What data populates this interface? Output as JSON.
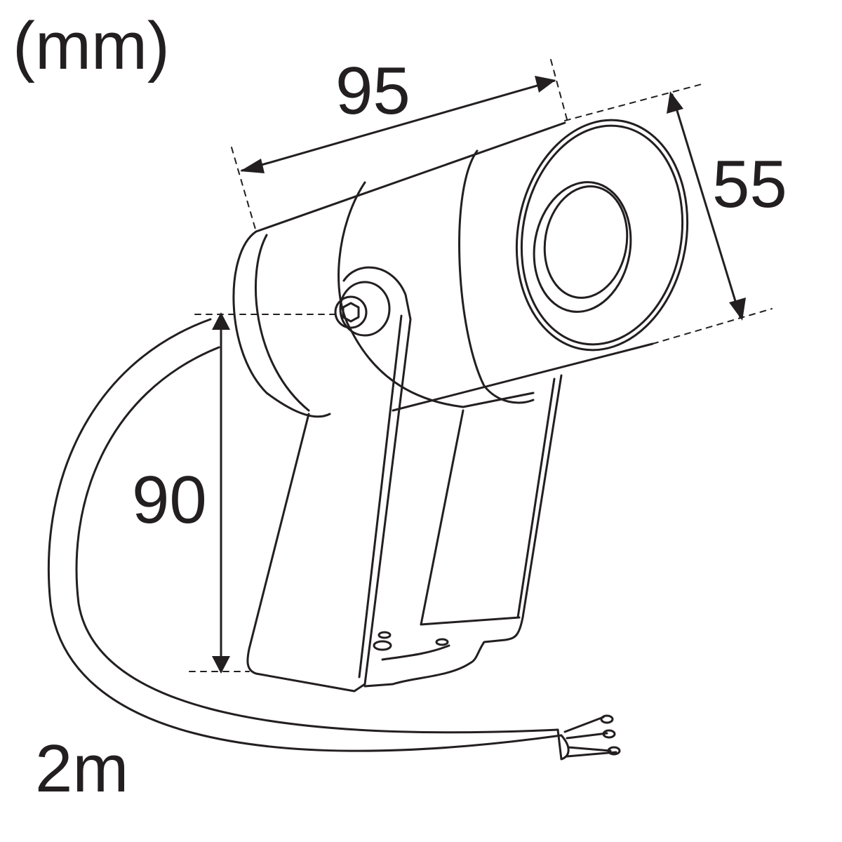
{
  "unit_label": "(mm)",
  "dimensions": {
    "length": "95",
    "diameter": "55",
    "height": "90",
    "cable_length": "2m"
  },
  "colors": {
    "line": "#231f20",
    "background": "#ffffff"
  }
}
